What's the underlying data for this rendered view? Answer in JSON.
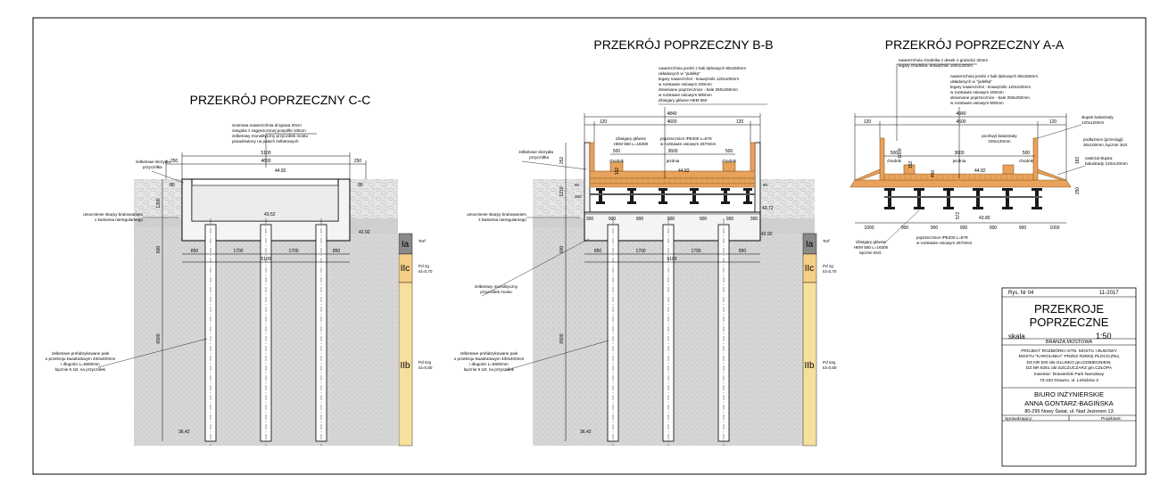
{
  "sections": {
    "cc": {
      "title": "PRZEKRÓJ POPRZECZNY C-C",
      "note_surface": [
        "szutrowa nawierzchnia drogowa 20cm",
        "zasypka z zagęszczonej pospółki 105cm",
        "żelbetowy monolityczny przyczółek mostu",
        "posadowiony na palach żelbetowych"
      ],
      "note_wall": [
        "żelbetowe skrzydła",
        "przyczółka"
      ],
      "note_slope": [
        "umocnienie skarpy brukowaniem",
        "z kamienia nieregularnego"
      ],
      "note_piles": [
        "żelbetowe prefabrykowane pale",
        "o przekroju kwadratowym 400x400mm",
        "i długości L=6500mm",
        "łącznie 6 szt. na przyczółek"
      ],
      "dims_top": [
        "250",
        "5100",
        "250",
        "4600",
        "80",
        "80"
      ],
      "dims_bottom": [
        "850",
        "1700",
        "1700",
        "850",
        "5100"
      ],
      "dims_vert": [
        "1300",
        "600",
        "6500"
      ],
      "elevations": [
        "44.82",
        "43.52",
        "42.92",
        "36.42"
      ]
    },
    "bb": {
      "title": "PRZEKRÓJ POPRZECZNY B-B",
      "note_deck": [
        "nawierzchnia jezdni z bali dębowych 80x150mm",
        "układanych w \"jodełkę\"",
        "legary nawierzchni - krawężniki 120x100mm",
        "w rozstawie osiowym 200mm",
        "drewniane poprzecznice - bale 250x250mm",
        "w rozstawie osiowym 800mm",
        "dźwigary główne HEM 550"
      ],
      "note_girders": [
        "dźwigary główne",
        "HEM 550 L=16300"
      ],
      "note_cross": [
        "poprzecznice IPE200 L=879",
        "w rozstawie osiowym 2670mm"
      ],
      "note_wall": [
        "żelbetowe skrzydła",
        "przyczółka"
      ],
      "note_slope": [
        "umocnienie skarpy brukowaniem",
        "z kamienia nieregularnego"
      ],
      "note_abut": [
        "żelbetowy monolityczny",
        "przyczółek mostu"
      ],
      "note_piles": [
        "żelbetowe prefabrykowane pale",
        "o przekroju kwadratowym 400x400mm",
        "i długości L=6500mm",
        "łącznie 6 szt. na przyczółek"
      ],
      "dims_top": [
        "4840",
        "120",
        "4600",
        "120",
        "3600",
        "500",
        "500"
      ],
      "dims_bays": [
        "300",
        "900",
        "900",
        "900",
        "900",
        "900",
        "300"
      ],
      "dims_bottom": [
        "850",
        "1700",
        "1700",
        "850",
        "5100"
      ],
      "dims_vert": [
        "252",
        "152",
        "1210",
        "600",
        "6500"
      ],
      "small": [
        "chodnik",
        "jezdnia",
        "chodnik",
        "80",
        "250",
        "80"
      ],
      "elevations": [
        "44.82",
        "43.72",
        "42.92",
        "36.42"
      ]
    },
    "aa": {
      "title": "PRZEKRÓJ POPRZECZNY A-A",
      "note_walk": [
        "nawierzchnia chodnika z desek o grubości 32mm",
        "legary chodnika- krawężniki 100x120mm"
      ],
      "note_deck": [
        "nawierzchnia jezdni z bali dębowych 80x150mm",
        "układanych w \"jodełkę\"",
        "legary nawierzchni - krawężniki 120x100mm",
        "w rozstawie osiowym 200mm",
        "drewniane poprzecznice - bale 250x250mm",
        "w rozstawie osiowym 800mm"
      ],
      "note_post": [
        "słupek balustrady",
        "120x120mm"
      ],
      "note_rail": [
        "pochwyt balustrady",
        "100x120mm"
      ],
      "note_kerb": [
        "podłużnice (przeciągi)",
        "30x100mm, łącznie 3szt"
      ],
      "note_brace": [
        "zastrzał słupka",
        "balustrady 120x120mm"
      ],
      "note_girders": [
        "dźwigary główne",
        "HEM 550 L=16300",
        "łącznie 6szt."
      ],
      "note_cross": [
        "poprzecznice IPE200 L=879",
        "w rozstawie osiowym 2670mm"
      ],
      "dims_top": [
        "4840",
        "120",
        "4600",
        "120",
        "3600",
        "500",
        "500"
      ],
      "dims_bays": [
        "1000",
        "900",
        "900",
        "900",
        "900",
        "900",
        "1000"
      ],
      "dims_vert": [
        "1000",
        "152",
        "450",
        "572",
        "182",
        "250"
      ],
      "small": [
        "chodnik",
        "jezdnia",
        "chodnik"
      ],
      "elevations": [
        "44.82",
        "43.80"
      ]
    }
  },
  "soil": {
    "layers": [
      {
        "code": "Ia",
        "note": [
          "Torf"
        ]
      },
      {
        "code": "IIc",
        "note": [
          "Pd zg",
          "Id=0,70"
        ]
      },
      {
        "code": "IIb",
        "note": [
          "Pd szg",
          "Id=0,50"
        ]
      }
    ],
    "colors": {
      "peat": "#8a8a8a",
      "sand1": "#f4cf86",
      "sand2": "#f7df9d"
    }
  },
  "title_block": {
    "drawing_no": "Rys. Nr 04",
    "date": "11-2017",
    "title_line1": "PRZEKROJE",
    "title_line2": "POPRZECZNE",
    "scale_label": "skala",
    "scale_value": "1:50",
    "branch": "BRANŻA MOSTOWA",
    "project": [
      "PROJEKT ROZBIÓRKI ISTN. MOSTU I BUDOWY",
      "MOSTU \"KAROLINKA\" PRZEZ RZEKĘ PŁOCICZNĄ",
      "DZ.NR 500 obr.GLUSKO gm.DOBIEGNIEW,",
      "DZ.NR 8261 obr.SZCZUCZARZ gm.CZŁOPA",
      "Inwestor: Drawieński Park Narodowy",
      "73-220 Drawno, ul. Leśników 2"
    ],
    "office": [
      "BIURO INŻYNIERSKIE",
      "ANNA GONTARZ-BAGIŃSKA",
      "80-299 Nowy Świat, ul. Nad Jeziorem 13"
    ],
    "checked_label": "Sprawdzający:",
    "designed_label": "Projektant:"
  },
  "colors": {
    "timber": "#e8a25a",
    "timber_dark": "#b8702a",
    "fill_top": "#e8e8e8",
    "fill_ground": "#d0d0d0",
    "concrete": "#f4f4f4"
  }
}
